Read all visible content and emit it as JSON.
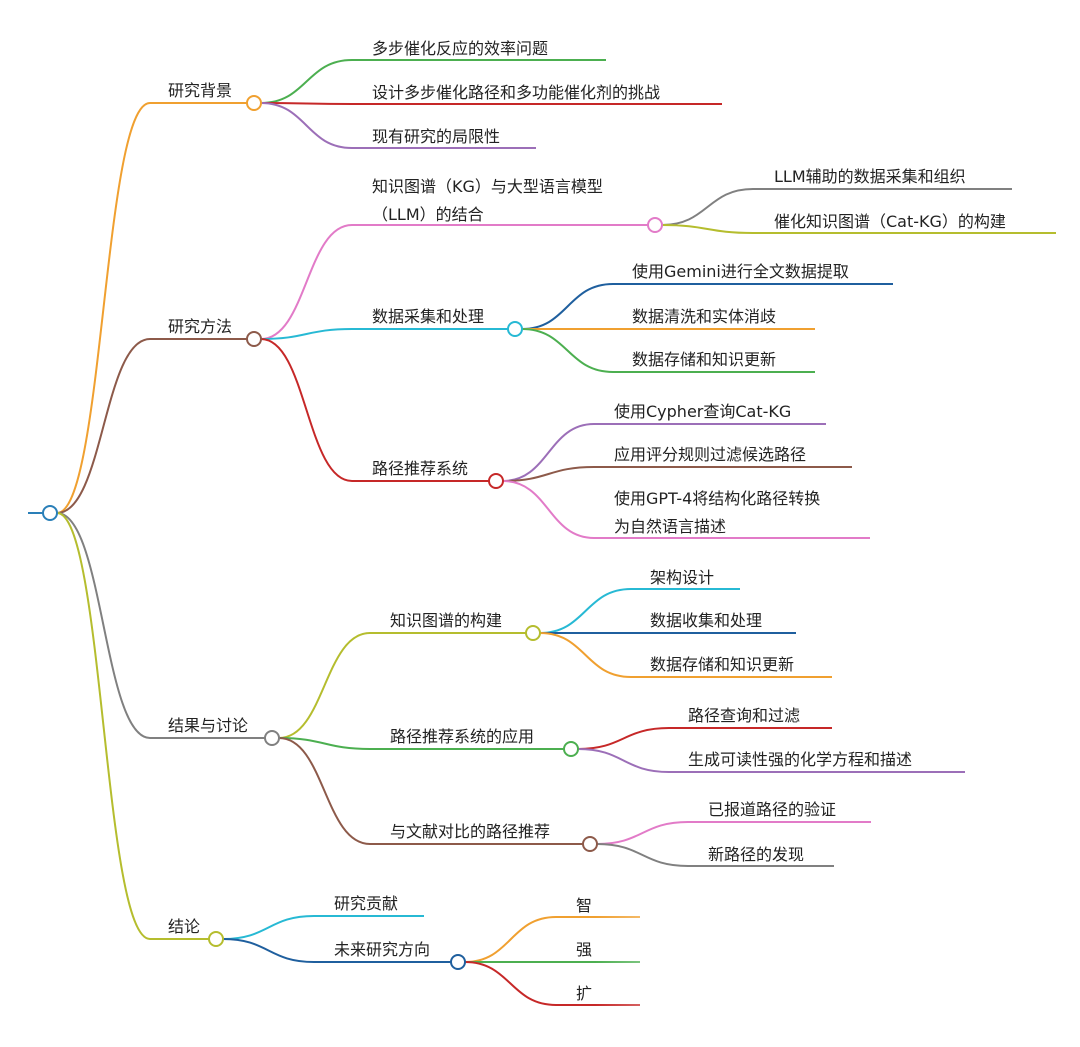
{
  "diagram": {
    "type": "mindmap",
    "root": {
      "color": "#2a7fb8",
      "children": [
        {
          "label": "研究背景",
          "color": "#f0a030",
          "children": [
            {
              "label": "多步催化反应的效率问题",
              "color": "#4caf50"
            },
            {
              "label": "设计多步催化路径和多功能催化剂的挑战",
              "color": "#c62828"
            },
            {
              "label": "现有研究的局限性",
              "color": "#9c6fb8"
            }
          ]
        },
        {
          "label": "研究方法",
          "color": "#8d5a4a",
          "children": [
            {
              "label": "知识图谱（KG）与大型语言模型（LLM）的结合",
              "lines": [
                "知识图谱（KG）与大型语言模型",
                "（LLM）的结合"
              ],
              "color": "#e27bc8",
              "children": [
                {
                  "label": "LLM辅助的数据采集和组织",
                  "color": "#808080"
                },
                {
                  "label": "催化知识图谱（Cat-KG）的构建",
                  "color": "#b5bd2e"
                }
              ]
            },
            {
              "label": "数据采集和处理",
              "color": "#27b9d4",
              "children": [
                {
                  "label": "使用Gemini进行全文数据提取",
                  "color": "#1f5f9e"
                },
                {
                  "label": "数据清洗和实体消歧",
                  "color": "#f0a030"
                },
                {
                  "label": "数据存储和知识更新",
                  "color": "#4caf50"
                }
              ]
            },
            {
              "label": "路径推荐系统",
              "color": "#c62828",
              "children": [
                {
                  "label": "使用Cypher查询Cat-KG",
                  "color": "#9c6fb8"
                },
                {
                  "label": "应用评分规则过滤候选路径",
                  "color": "#8d5a4a"
                },
                {
                  "label": "使用GPT-4将结构化路径转换为自然语言描述",
                  "lines": [
                    "使用GPT-4将结构化路径转换",
                    "为自然语言描述"
                  ],
                  "color": "#e27bc8"
                }
              ]
            }
          ]
        },
        {
          "label": "结果与讨论",
          "color": "#808080",
          "children": [
            {
              "label": "知识图谱的构建",
              "color": "#b5bd2e",
              "children": [
                {
                  "label": "架构设计",
                  "color": "#27b9d4"
                },
                {
                  "label": "数据收集和处理",
                  "color": "#1f5f9e"
                },
                {
                  "label": "数据存储和知识更新",
                  "color": "#f0a030"
                }
              ]
            },
            {
              "label": "路径推荐系统的应用",
              "color": "#4caf50",
              "children": [
                {
                  "label": "路径查询和过滤",
                  "color": "#c62828"
                },
                {
                  "label": "生成可读性强的化学方程和描述",
                  "color": "#9c6fb8"
                }
              ]
            },
            {
              "label": "与文献对比的路径推荐",
              "color": "#8d5a4a",
              "children": [
                {
                  "label": "已报道路径的验证",
                  "color": "#e27bc8"
                },
                {
                  "label": "新路径的发现",
                  "color": "#808080"
                }
              ]
            }
          ]
        },
        {
          "label": "结论",
          "color": "#b5bd2e",
          "children": [
            {
              "label": "研究贡献",
              "color": "#27b9d4"
            },
            {
              "label": "未来研究方向",
              "color": "#1f5f9e",
              "children": [
                {
                  "label": "智",
                  "color": "#f0a030"
                },
                {
                  "label": "强",
                  "color": "#4caf50"
                },
                {
                  "label": "扩",
                  "color": "#c62828"
                }
              ]
            }
          ]
        }
      ]
    }
  }
}
